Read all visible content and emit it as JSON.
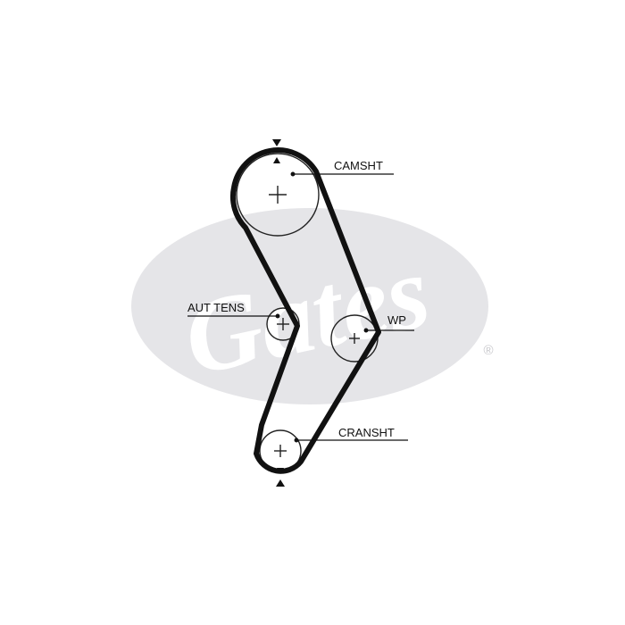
{
  "watermark": {
    "logo_text": "Gates",
    "registered_mark": "®",
    "color": "#e5e5e8"
  },
  "diagram": {
    "belt_color": "#111111",
    "pulleys": [
      {
        "id": "camsht",
        "label": "CAMSHT"
      },
      {
        "id": "aut-tens",
        "label": "AUT TENS"
      },
      {
        "id": "wp",
        "label": "WP"
      },
      {
        "id": "cransht",
        "label": "CRANSHT"
      }
    ]
  }
}
